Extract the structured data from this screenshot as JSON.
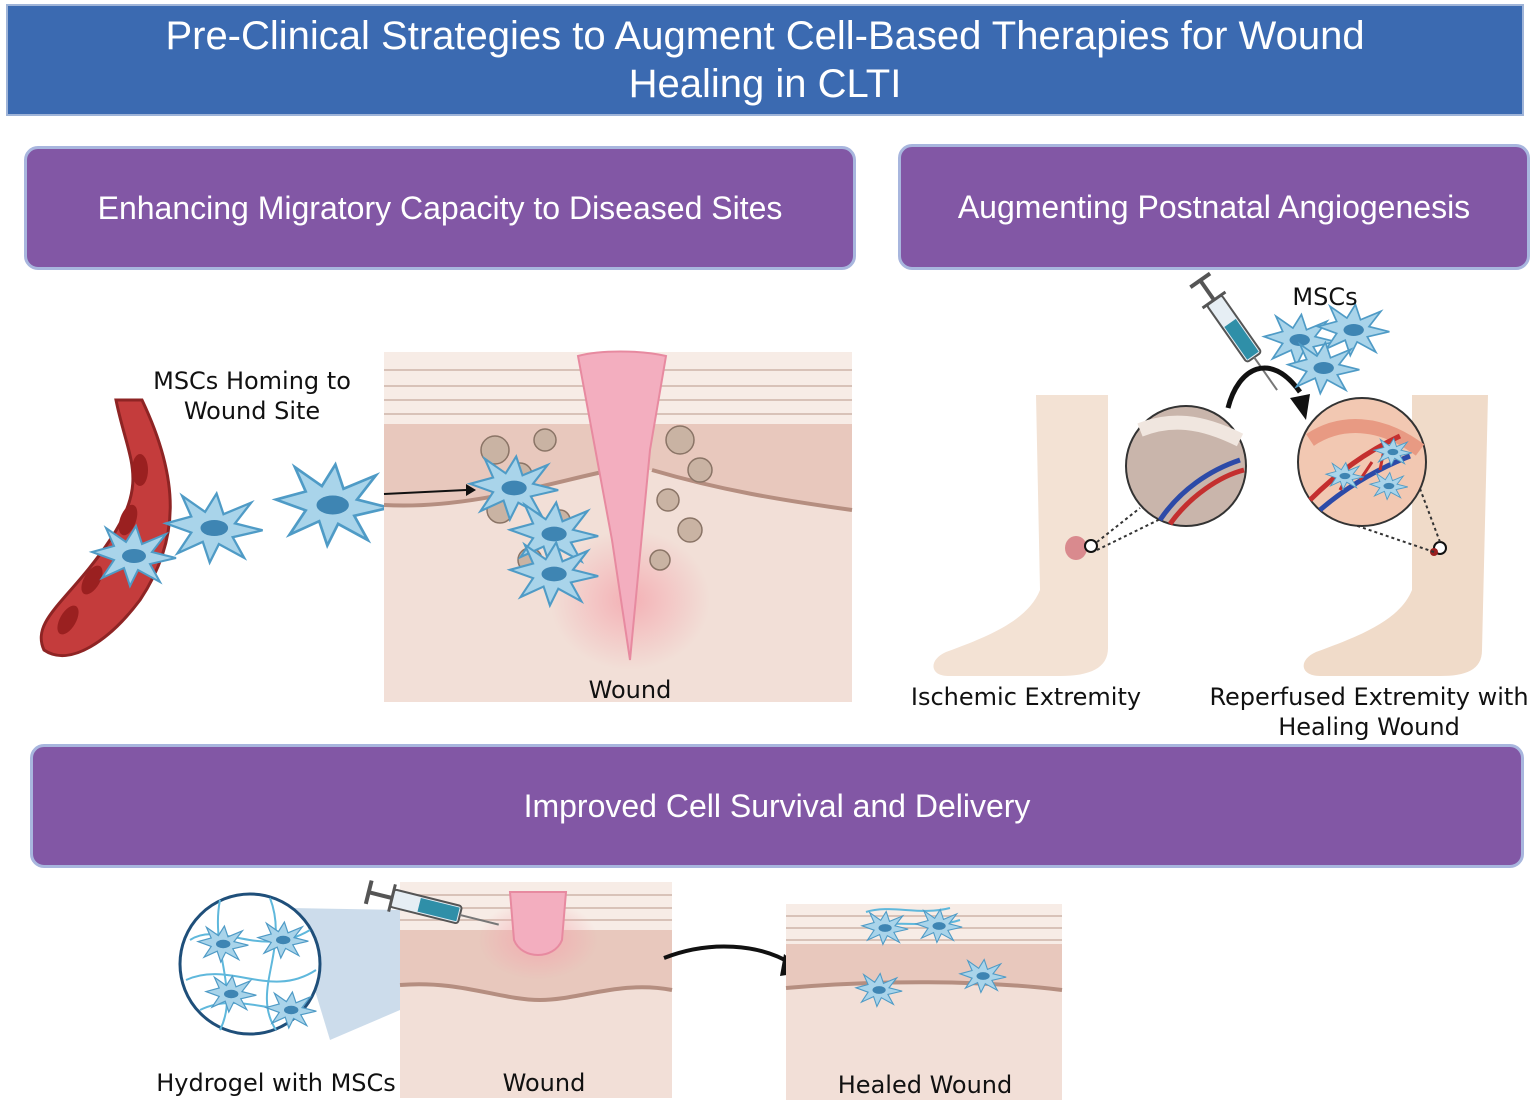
{
  "title": "Pre-Clinical Strategies to Augment Cell-Based Therapies for Wound Healing in CLTI",
  "sections": {
    "migration": {
      "header": "Enhancing Migratory Capacity to Diseased Sites",
      "homing_label": "MSCs Homing to Wound Site",
      "wound_label": "Wound"
    },
    "angiogenesis": {
      "header": "Augmenting Postnatal Angiogenesis",
      "mscs_label": "MSCs",
      "ischemic_label": "Ischemic Extremity",
      "reperfused_label": "Reperfused Extremity with Healing Wound"
    },
    "survival": {
      "header": "Improved Cell Survival and Delivery",
      "hydrogel_label": "Hydrogel with MSCs",
      "wound_label": "Wound",
      "healed_label": "Healed Wound"
    }
  },
  "colors": {
    "title_bg": "#3b6ab1",
    "panel_bg": "#8257a5",
    "cell_fill": "#a9d4ea",
    "cell_nucleus": "#3e85b3",
    "vessel": "#b83a3a",
    "skin": "#f0dcd3"
  }
}
